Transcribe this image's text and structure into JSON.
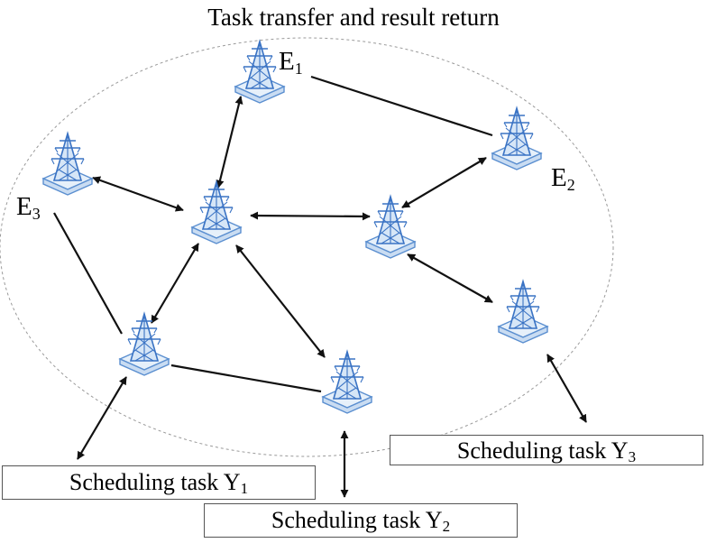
{
  "title": "Task transfer and result return",
  "nodes": [
    {
      "id": "E1",
      "label": "E",
      "sub": "1"
    },
    {
      "id": "E2",
      "label": "E",
      "sub": "2"
    },
    {
      "id": "E3",
      "label": "E",
      "sub": "3"
    },
    {
      "id": "C",
      "label": "",
      "sub": ""
    },
    {
      "id": "M",
      "label": "",
      "sub": ""
    },
    {
      "id": "R",
      "label": "",
      "sub": ""
    },
    {
      "id": "LB",
      "label": "",
      "sub": ""
    },
    {
      "id": "B",
      "label": "",
      "sub": ""
    }
  ],
  "links": [
    {
      "from": "E1",
      "to": "E2",
      "type": "line"
    },
    {
      "from": "E3",
      "to": "LB",
      "type": "line"
    },
    {
      "from": "LB",
      "to": "B",
      "type": "line"
    },
    {
      "from": "E1",
      "to": "C",
      "type": "bidirectional"
    },
    {
      "from": "E3",
      "to": "C",
      "type": "bidirectional"
    },
    {
      "from": "C",
      "to": "M",
      "type": "bidirectional"
    },
    {
      "from": "C",
      "to": "LB",
      "type": "bidirectional"
    },
    {
      "from": "C",
      "to": "B",
      "type": "bidirectional"
    },
    {
      "from": "M",
      "to": "E2",
      "type": "bidirectional"
    },
    {
      "from": "M",
      "to": "R",
      "type": "bidirectional"
    },
    {
      "from": "LB",
      "to": "Y1",
      "type": "bidirectional"
    },
    {
      "from": "B",
      "to": "Y2",
      "type": "bidirectional"
    },
    {
      "from": "R",
      "to": "Y3",
      "type": "bidirectional"
    }
  ],
  "tasks": [
    {
      "id": "Y1",
      "text": "Scheduling task Y",
      "sub": "1"
    },
    {
      "id": "Y2",
      "text": "Scheduling task Y",
      "sub": "2"
    },
    {
      "id": "Y3",
      "text": "Scheduling task Y",
      "sub": "3"
    }
  ],
  "colors": {
    "tower_stroke": "#3a73c4",
    "tower_fill": "#d6e6f7",
    "base_fill": "#e6f0fa",
    "base_stroke": "#5b8fd0",
    "boundary": "#9a9a9a",
    "link": "#111111"
  },
  "icons": {
    "node": "transmission-tower-icon"
  }
}
